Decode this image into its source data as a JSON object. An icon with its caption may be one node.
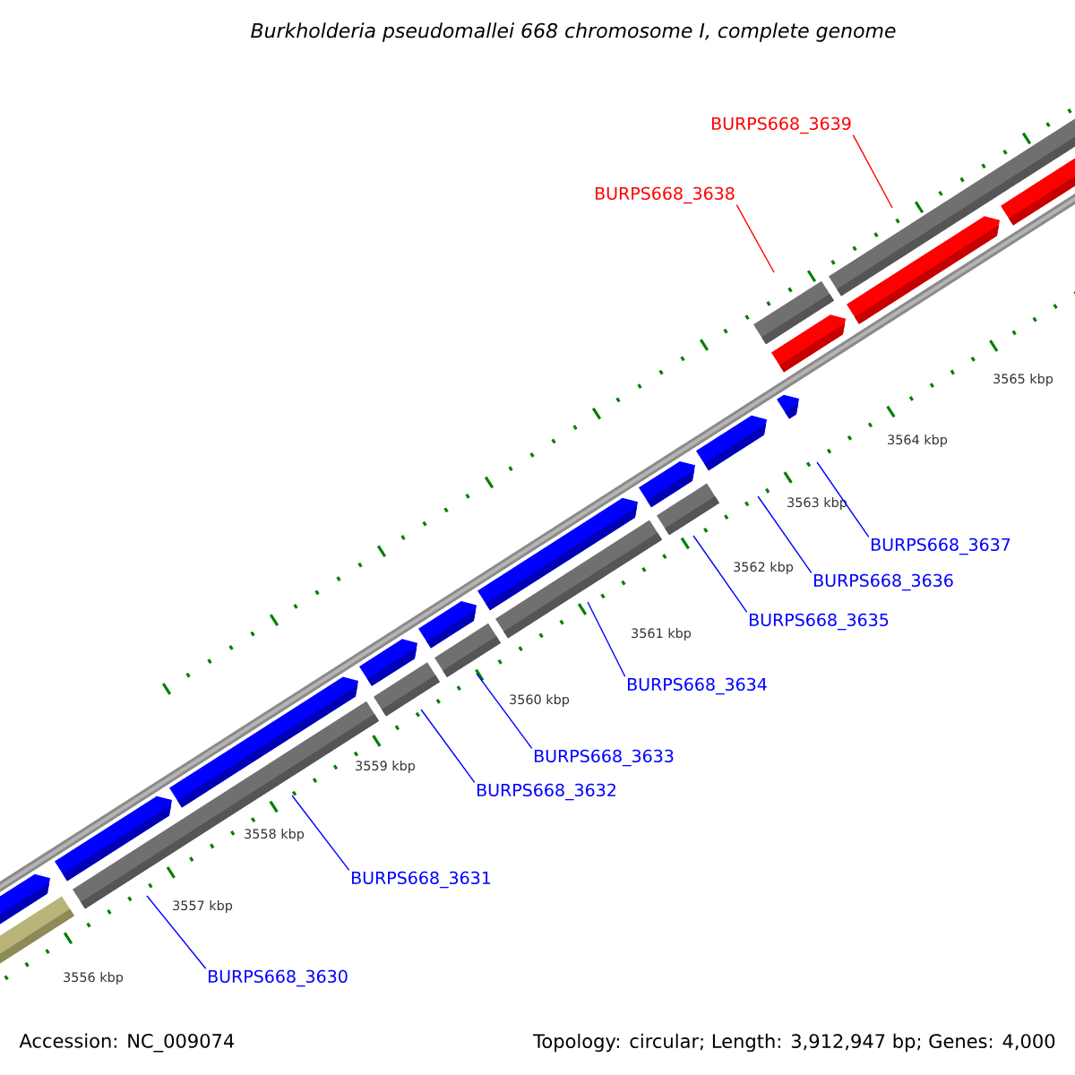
{
  "diagram": {
    "title": "Burkholderia pseudomallei 668 chromosome I, complete genome",
    "nodes": [
      {
        "text": [
          "BURPS668_3639"
        ]
      },
      {
        "text": [
          "BURPS668_3638"
        ]
      },
      {
        "text": [
          "BURPS668_3637"
        ]
      },
      {
        "text": [
          "BURPS668_3636"
        ]
      },
      {
        "text": [
          "BURPS668_3635"
        ]
      },
      {
        "text": [
          "BURPS668_3634"
        ]
      },
      {
        "text": [
          "BURPS668_3633"
        ]
      },
      {
        "text": [
          "BURPS668_3632"
        ]
      },
      {
        "text": [
          "BURPS668_3631"
        ]
      },
      {
        "text": [
          "BURPS668_3630"
        ]
      }
    ],
    "edges": [
      {
        "from": 0,
        "to": null,
        "arrow": "none",
        "color": "#ff0000"
      },
      {
        "from": 1,
        "to": null,
        "arrow": "none",
        "color": "#ff0000"
      },
      {
        "from": 2,
        "to": null,
        "arrow": "none"
      },
      {
        "from": 3,
        "to": null,
        "arrow": "none"
      },
      {
        "from": 4,
        "to": null,
        "arrow": "none"
      },
      {
        "from": 5,
        "to": null,
        "arrow": "none"
      },
      {
        "from": 6,
        "to": null,
        "arrow": "none"
      },
      {
        "from": 7,
        "to": null,
        "arrow": "none"
      },
      {
        "from": 8,
        "to": null,
        "arrow": "none"
      },
      {
        "from": 9,
        "to": null,
        "arrow": "none"
      }
    ],
    "labels": [
      "3565 kbp",
      "3564 kbp",
      "3563 kbp",
      "3562 kbp",
      "3561 kbp",
      "3560 kbp",
      "3559 kbp",
      "3558 kbp",
      "3557 kbp",
      "3556 kbp",
      "Accession: NC_009074",
      "Topology: circular; Length: 3,912,947 bp; Genes: 4,000"
    ]
  }
}
